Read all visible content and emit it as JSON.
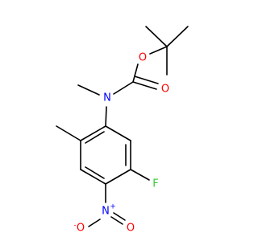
{
  "molecule": {
    "atoms": {
      "O_ester": {
        "text": "O",
        "color": "#ff0000"
      },
      "O_carbonyl": {
        "text": "O",
        "color": "#ff0000"
      },
      "N_amine": {
        "text": "N",
        "color": "#0000ff"
      },
      "F": {
        "text": "F",
        "color": "#33cc33"
      },
      "N_nitro": {
        "text": "N",
        "charge": "+",
        "color": "#0000ff"
      },
      "O_nitro_minus": {
        "text": "O",
        "charge": "-",
        "color": "#ff0000"
      },
      "O_nitro": {
        "text": "O",
        "color": "#ff0000"
      }
    }
  }
}
